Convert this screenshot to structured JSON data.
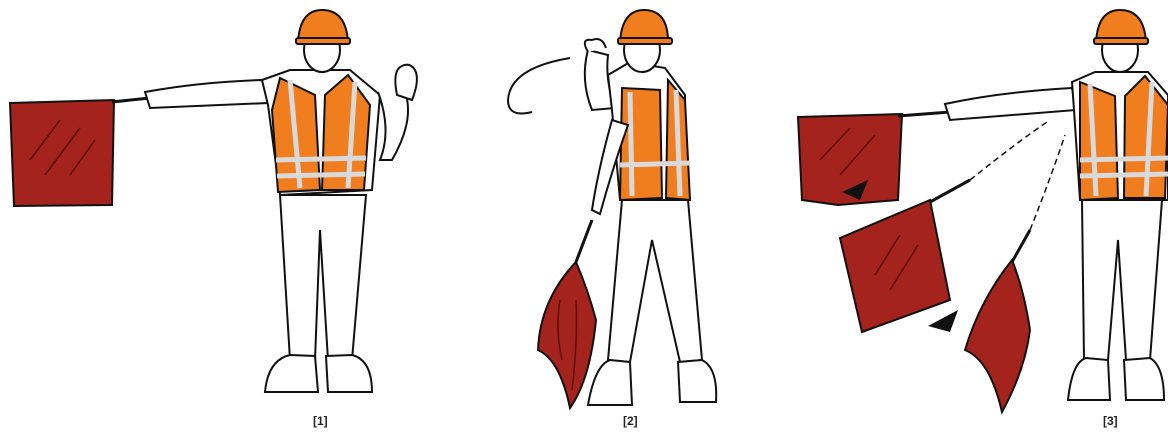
{
  "colors": {
    "flag": "#a4231c",
    "vest": "#f07d1e",
    "stripe": "#d9d9d9",
    "skin": "#ffffff",
    "outline": "#111111"
  },
  "panels": [
    {
      "caption": "[1]"
    },
    {
      "caption": "[2]"
    },
    {
      "caption": "[3]"
    }
  ]
}
